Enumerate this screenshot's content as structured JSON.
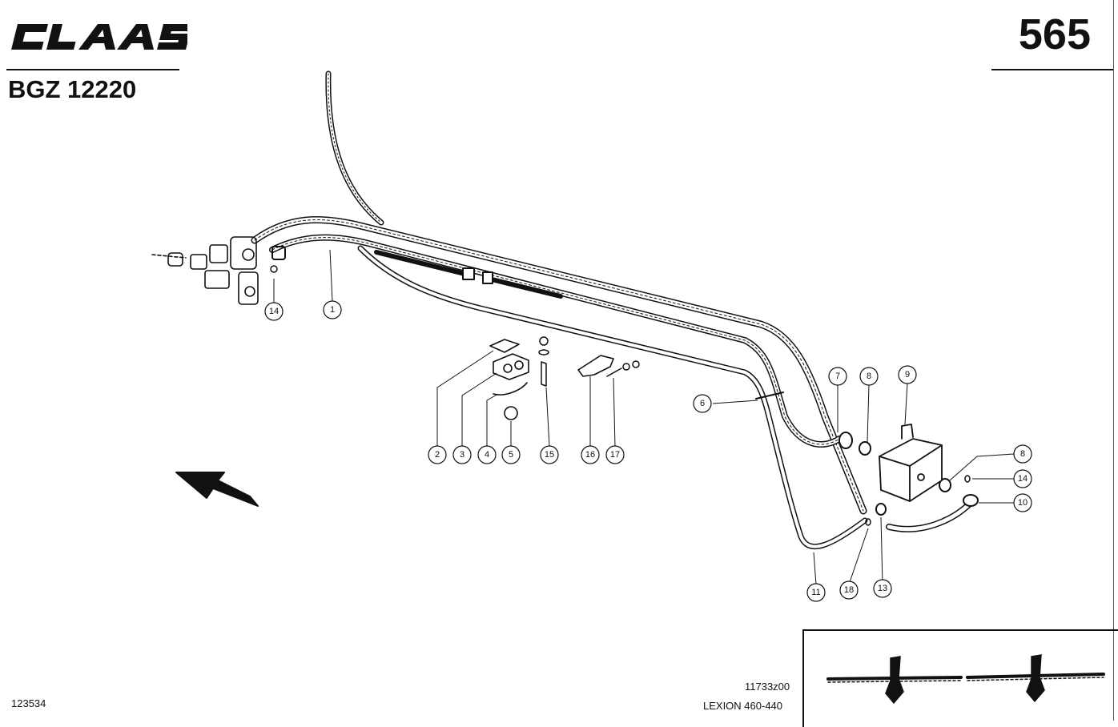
{
  "header": {
    "brand_logo": "CLAAS",
    "page_number": "565",
    "group_code": "BGZ 12220"
  },
  "footer": {
    "left_code": "123534",
    "drawing_code": "11733z00",
    "model": "LEXION 460-440"
  },
  "callouts": [
    {
      "id": "c14a",
      "label": "14"
    },
    {
      "id": "c1",
      "label": "1"
    },
    {
      "id": "c2",
      "label": "2"
    },
    {
      "id": "c3",
      "label": "3"
    },
    {
      "id": "c4",
      "label": "4"
    },
    {
      "id": "c5",
      "label": "5"
    },
    {
      "id": "c15",
      "label": "15"
    },
    {
      "id": "c16",
      "label": "16"
    },
    {
      "id": "c17",
      "label": "17"
    },
    {
      "id": "c6",
      "label": "6"
    },
    {
      "id": "c7",
      "label": "7"
    },
    {
      "id": "c8a",
      "label": "8"
    },
    {
      "id": "c9",
      "label": "9"
    },
    {
      "id": "c8b",
      "label": "8"
    },
    {
      "id": "c14b",
      "label": "14"
    },
    {
      "id": "c10",
      "label": "10"
    },
    {
      "id": "c11",
      "label": "11"
    },
    {
      "id": "c18",
      "label": "18"
    },
    {
      "id": "c13",
      "label": "13"
    }
  ]
}
